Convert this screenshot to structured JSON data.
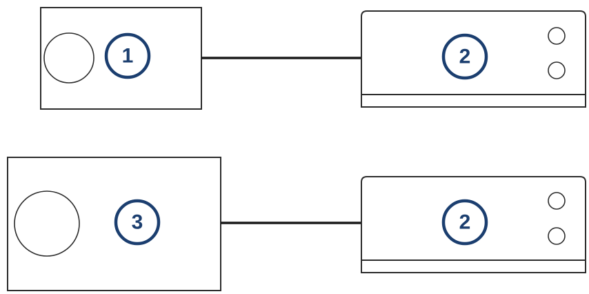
{
  "callouts": {
    "c1": "1",
    "c2_top": "2",
    "c2_bottom": "2",
    "c3": "3"
  },
  "colors": {
    "callout": "#1b3e6f",
    "outline": "#2b2b2b",
    "cable": "#1a1a1a"
  }
}
